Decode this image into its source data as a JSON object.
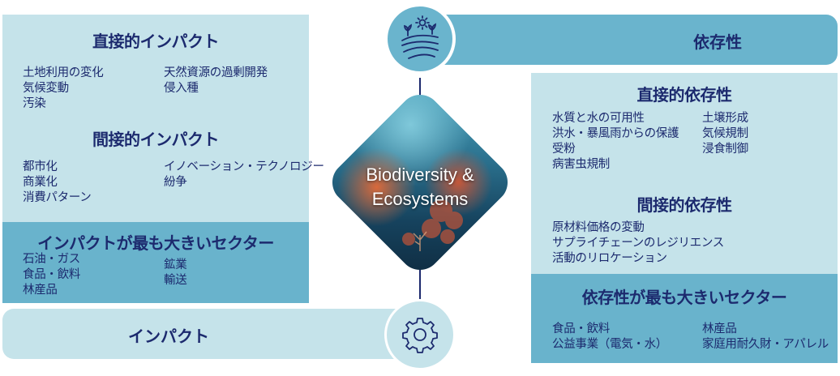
{
  "impact": {
    "direct": {
      "title": "直接的インパクト",
      "col1": [
        "土地利用の変化",
        "気候変動",
        "汚染"
      ],
      "col2": [
        "天然資源の過剰開発",
        "侵入種"
      ]
    },
    "indirect": {
      "title": "間接的インパクト",
      "col1": [
        "都市化",
        "商業化",
        "消費パターン"
      ],
      "col2": [
        "イノベーション・テクノロジー",
        "紛争"
      ]
    },
    "sectors": {
      "title": "インパクトが最も大きいセクター",
      "col1": [
        "石油・ガス",
        "食品・飲料",
        "林産品"
      ],
      "col2": [
        "鉱業",
        "輸送"
      ]
    },
    "banner": "インパクト"
  },
  "dependency": {
    "banner": "依存性",
    "direct": {
      "title": "直接的依存性",
      "col1": [
        "水質と水の可用性",
        "洪水・暴風雨からの保護",
        "受粉",
        "病害虫規制"
      ],
      "col2": [
        "土壌形成",
        "気候規制",
        "浸食制御"
      ]
    },
    "indirect": {
      "title": "間接的依存性",
      "col1": [
        "原材料価格の変動",
        "サプライチェーンのレジリエンス",
        "活動のリロケーション"
      ]
    },
    "sectors": {
      "title": "依存性が最も大きいセクター",
      "col1": [
        "食品・飲料",
        "公益事業（電気・水）"
      ],
      "col2": [
        "林産品",
        "家庭用耐久財・アパレル"
      ]
    }
  },
  "center": {
    "line1": "Biodiversity &",
    "line2": "Ecosystems"
  },
  "icons": {
    "top": "landscape-sun-icon",
    "bottom": "gear-icon"
  },
  "colors": {
    "light_panel": "#c5e3ea",
    "mid_panel": "#69b3cc",
    "text": "#1c2a6e"
  }
}
